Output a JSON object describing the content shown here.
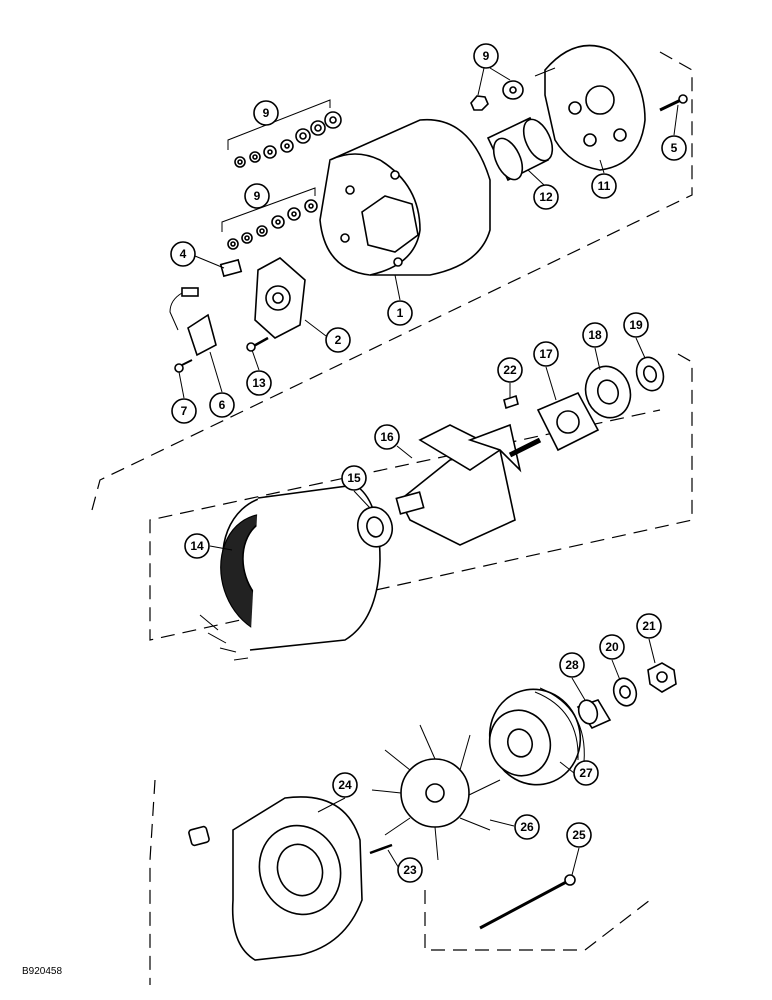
{
  "figure_code": "B920458",
  "callouts": [
    {
      "id": "c1",
      "label": "1"
    },
    {
      "id": "c2",
      "label": "2"
    },
    {
      "id": "c4",
      "label": "4"
    },
    {
      "id": "c5",
      "label": "5"
    },
    {
      "id": "c6",
      "label": "6"
    },
    {
      "id": "c7",
      "label": "7"
    },
    {
      "id": "c9a",
      "label": "9"
    },
    {
      "id": "c9b",
      "label": "9"
    },
    {
      "id": "c9c",
      "label": "9"
    },
    {
      "id": "c11",
      "label": "11"
    },
    {
      "id": "c12",
      "label": "12"
    },
    {
      "id": "c13",
      "label": "13"
    },
    {
      "id": "c14",
      "label": "14"
    },
    {
      "id": "c15",
      "label": "15"
    },
    {
      "id": "c16",
      "label": "16"
    },
    {
      "id": "c17",
      "label": "17"
    },
    {
      "id": "c18",
      "label": "18"
    },
    {
      "id": "c19",
      "label": "19"
    },
    {
      "id": "c20",
      "label": "20"
    },
    {
      "id": "c21",
      "label": "21"
    },
    {
      "id": "c22",
      "label": "22"
    },
    {
      "id": "c23",
      "label": "23"
    },
    {
      "id": "c24",
      "label": "24"
    },
    {
      "id": "c25",
      "label": "25"
    },
    {
      "id": "c26",
      "label": "26"
    },
    {
      "id": "c27",
      "label": "27"
    },
    {
      "id": "c28",
      "label": "28"
    }
  ]
}
